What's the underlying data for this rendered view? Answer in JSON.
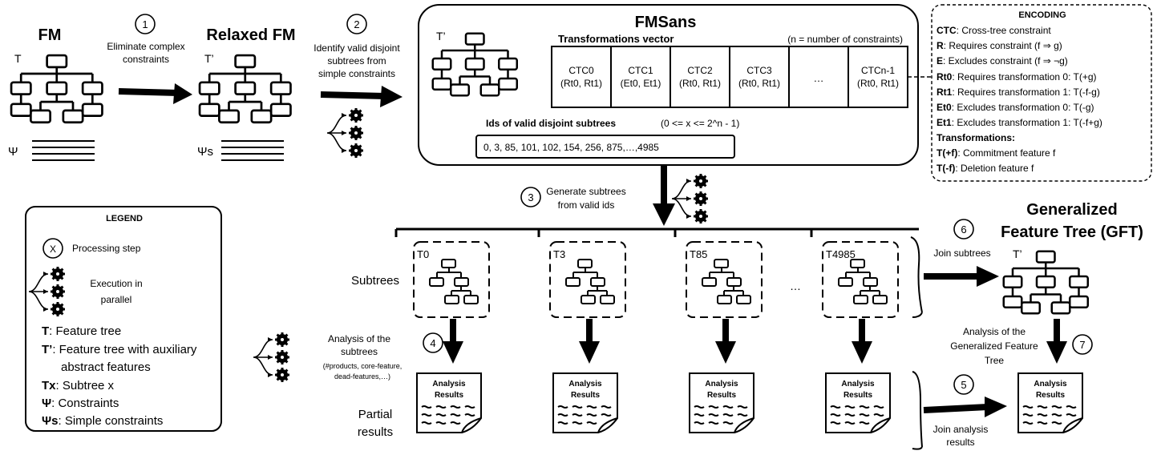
{
  "top": {
    "fm_title": "FM",
    "fm_T": "T",
    "fm_psi": "Ψ",
    "step1_num": "1",
    "step1_line1": "Eliminate complex",
    "step1_line2": "constraints",
    "relaxed_title": "Relaxed FM",
    "relaxed_T": "T’",
    "relaxed_psi": "Ψs",
    "step2_num": "2",
    "step2_line1": "Identify valid disjoint",
    "step2_line2": "subtrees from",
    "step2_line3": "simple constraints"
  },
  "fmsans": {
    "title": "FMSans",
    "T": "T’",
    "vector_label": "Transformations vector",
    "n_note": "(n = number of constraints)",
    "cells": [
      {
        "name": "CTC0",
        "value": "(Rt0, Rt1)"
      },
      {
        "name": "CTC1",
        "value": "(Et0, Et1)"
      },
      {
        "name": "CTC2",
        "value": "(Rt0, Rt1)"
      },
      {
        "name": "CTC3",
        "value": "(Rt0, Rt1)"
      },
      {
        "name": "…",
        "value": ""
      },
      {
        "name": "CTCn-1",
        "value": "(Rt0, Rt1)"
      }
    ],
    "ids_label": "Ids of valid disjoint subtrees",
    "ids_range": "(0 <= x <= 2^n - 1)",
    "ids_values": "0, 3, 85, 101, 102, 154, 256, 875,…,4985"
  },
  "encoding": {
    "title": "ENCODING",
    "lines": [
      {
        "key": "CTC",
        "text": ": Cross-tree constraint"
      },
      {
        "key": "R",
        "text": ": Requires constraint (f ⇒ g)"
      },
      {
        "key": "E",
        "text": ": Excludes constraint (f ⇒ ¬g)"
      },
      {
        "key": "Rt0",
        "text": ": Requires transformation 0: T(+g)"
      },
      {
        "key": "Rt1",
        "text": ": Requires transformation 1: T(-f-g)"
      },
      {
        "key": "Et0",
        "text": ": Excludes transformation 0: T(-g)"
      },
      {
        "key": "Et1",
        "text": ": Excludes transformation 1: T(-f+g)"
      },
      {
        "key": "Transformations:",
        "text": ""
      },
      {
        "key": "T(+f)",
        "text": ": Commitment feature f"
      },
      {
        "key": "T(-f)",
        "text": ": Deletion feature f"
      }
    ]
  },
  "step3": {
    "num": "3",
    "line1": "Generate subtrees",
    "line2": "from valid ids"
  },
  "legend": {
    "title": "LEGEND",
    "step_symbol": "X",
    "step_text": "Processing step",
    "parallel_line1": "Execution in",
    "parallel_line2": "parallel",
    "items": [
      {
        "key": "T",
        "text": ": Feature tree"
      },
      {
        "key": "T’",
        "text": ": Feature tree with auxiliary"
      },
      {
        "key": "",
        "text": "abstract features"
      },
      {
        "key": "Tx",
        "text": ": Subtree x"
      },
      {
        "key": "Ψ",
        "text": ": Constraints"
      },
      {
        "key": "Ψs",
        "text": ": Simple constraints"
      }
    ]
  },
  "subtrees": {
    "row_label": "Subtrees",
    "labels": [
      "T0",
      "T3",
      "T85",
      "T4985"
    ],
    "ellipsis": "…"
  },
  "step4": {
    "num": "4",
    "line1": "Analysis of the",
    "line2": "subtrees",
    "line3": "(#products, core-feature,",
    "line4": "dead-features,…)"
  },
  "results": {
    "row_label_1": "Partial",
    "row_label_2": "results",
    "doc_line1": "Analysis",
    "doc_line2": "Results"
  },
  "gft": {
    "title_line1": "Generalized",
    "title_line2": "Feature Tree (GFT)",
    "T": "T’",
    "step6_num": "6",
    "step6_text": "Join subtrees",
    "step7_num": "7",
    "step7_line1": "Analysis of the",
    "step7_line2": "Generalized Feature",
    "step7_line3": "Tree",
    "step5_num": "5",
    "step5_line1": "Join analysis",
    "step5_line2": "results"
  }
}
